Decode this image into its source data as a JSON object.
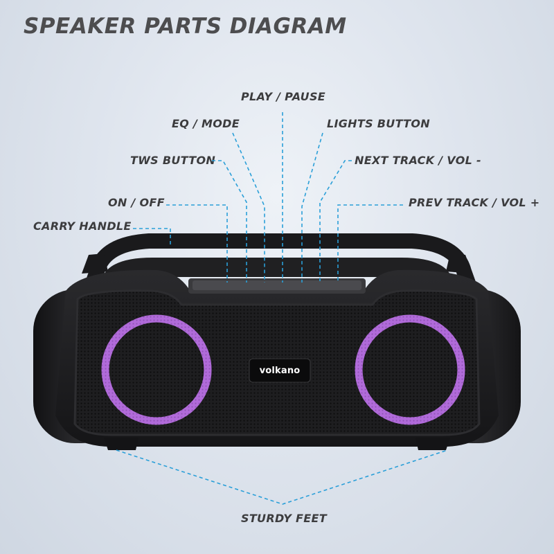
{
  "title": "SPEAKER PARTS DIAGRAM",
  "labels": {
    "play_pause": "PLAY / PAUSE",
    "eq_mode": "EQ / MODE",
    "lights_button": "LIGHTS BUTTON",
    "tws_button": "TWS BUTTON",
    "next_track": "NEXT TRACK / VOL -",
    "on_off": "ON / OFF",
    "prev_track": "PREV TRACK / VOL +",
    "carry_handle": "CARRY HANDLE",
    "sturdy_feet": "STURDY FEET"
  },
  "brand_logo": "volkano",
  "colors": {
    "leader_line": "#2a9fd8",
    "ring_light": "#b36bdc",
    "speaker_body": "#1c1c1e"
  }
}
